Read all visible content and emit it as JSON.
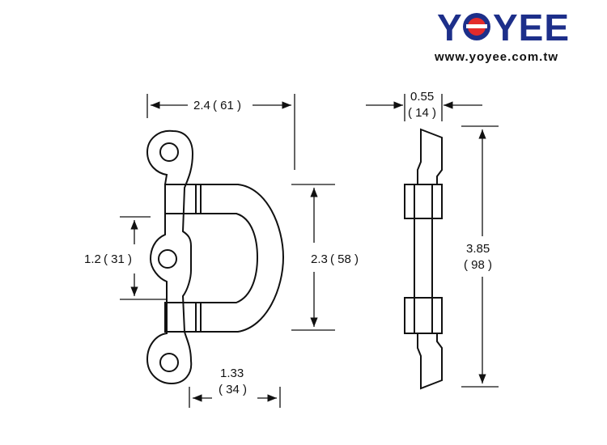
{
  "brand": {
    "name_part1": "Y",
    "name_part2": "YEE",
    "website": "www.yoyee.com.tw",
    "colors": {
      "blue": "#1d2f8a",
      "red": "#e32b2b"
    }
  },
  "dimensions": {
    "total_width": {
      "value": "2.4",
      "mm": "( 61 )"
    },
    "thickness": {
      "value": "0.55",
      "mm": "( 14 )"
    },
    "hole_spacing": {
      "value": "1.2",
      "mm": "( 31 )"
    },
    "loop_height": {
      "value": "2.3",
      "mm": "( 58 )"
    },
    "loop_depth": {
      "value": "1.33",
      "mm": "( 34 )"
    },
    "overall_length": {
      "value": "3.85",
      "mm": "( 98 )"
    }
  }
}
